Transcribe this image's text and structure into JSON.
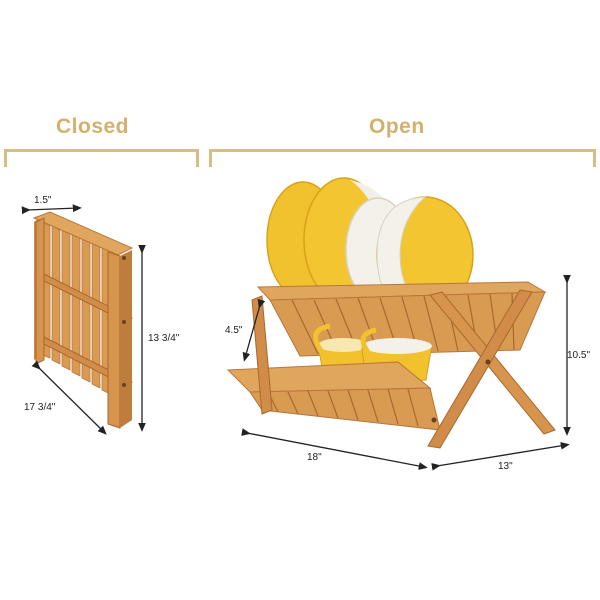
{
  "headings": {
    "closed": "Closed",
    "open": "Open"
  },
  "closed_dimensions": {
    "depth": "1.5\"",
    "length": "17 3/4\"",
    "height": "13 3/4\""
  },
  "open_dimensions": {
    "shelf_gap": "4.5\"",
    "length": "18\"",
    "width": "13\"",
    "height": "10.5\""
  },
  "colors": {
    "heading": "#d5b06c",
    "bracket": "#d9bd85",
    "bamboo": "#d99a52",
    "bamboo_dark": "#b8763a",
    "plate_yellow": "#f2c12e",
    "plate_white": "#f3efe6"
  }
}
